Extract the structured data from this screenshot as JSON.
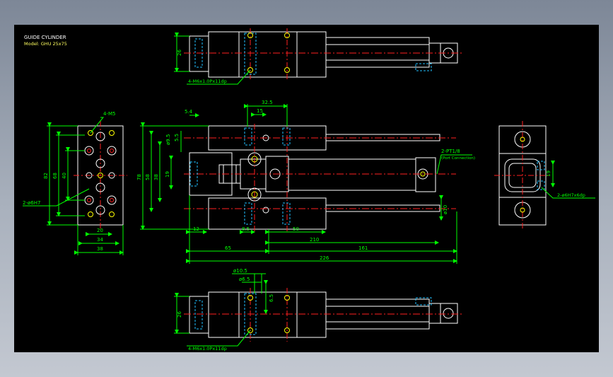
{
  "title": {
    "line1": "GUIDE CYLINDER",
    "line2": "Model: GHU 25x75"
  },
  "colors": {
    "outline": "#ffffff",
    "center": "#ff2020",
    "dimension": "#00ff00",
    "hidden": "#20c0ff",
    "hole": "#ffff00",
    "title": "#ffff60",
    "frame_bg": "#9099a8",
    "sheet_bg": "#000000"
  },
  "views": {
    "top": {
      "dim_height": "26",
      "callout_screw": "4-M6x1.0Px11dp"
    },
    "left": {
      "callout_top": "4-M5",
      "callout_left": "2-ø6H7",
      "dims": [
        "82",
        "68",
        "40",
        "20",
        "34",
        "38"
      ]
    },
    "front": {
      "dims_top": [
        "5.4",
        "32.5",
        "15",
        "ø9.5",
        "5.5"
      ],
      "dims_left": [
        "78",
        "58",
        "38",
        "19"
      ],
      "dims_bottom": [
        "12",
        "8.5",
        "50",
        "210",
        "65",
        "161",
        "226"
      ],
      "rod_dia": "ø10",
      "port_callout": "2-PT1/8",
      "port_note": "(Port Connection)"
    },
    "end": {
      "dim_19": "19",
      "callout": "2-ø6H7x6dp"
    },
    "bottom": {
      "dim_height": "26",
      "dims": [
        "ø10.5",
        "ø6.5",
        "6.5"
      ],
      "callout_screw": "4-M6x1.0Px11dp"
    }
  }
}
